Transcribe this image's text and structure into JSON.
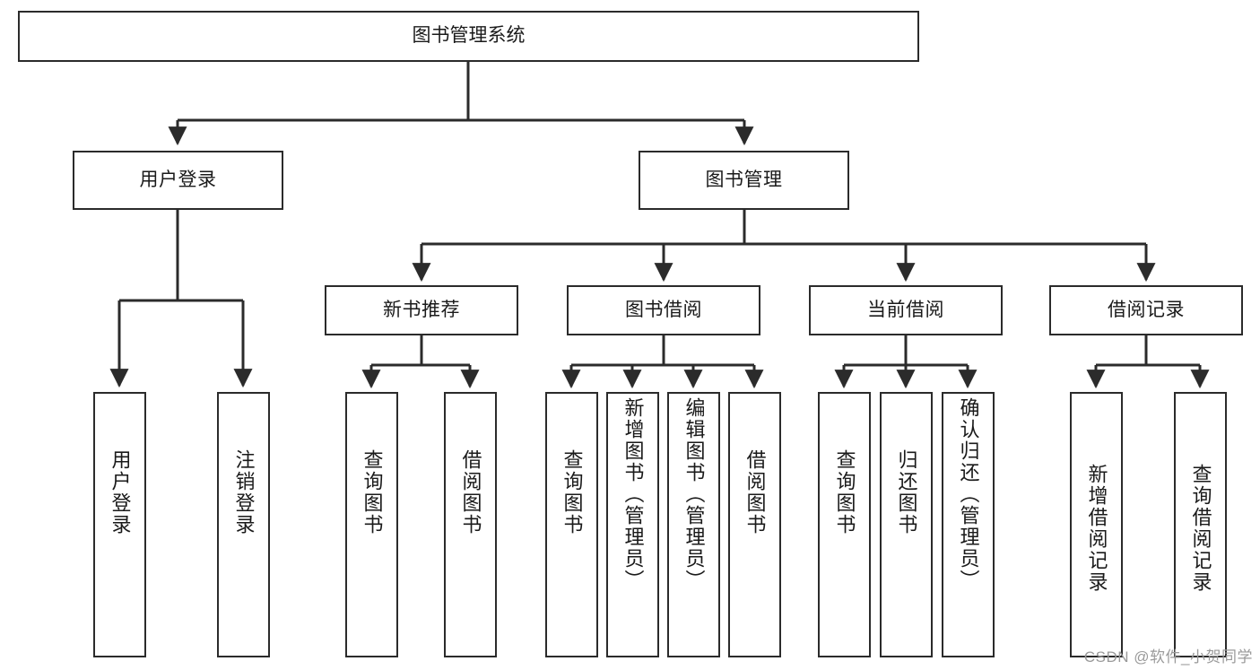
{
  "diagram": {
    "title_text": "图书管理系统",
    "watermark": "CSDN @软件_小贺同学",
    "colors": {
      "box_border": "#2b2b2b",
      "box_fill": "#ffffff",
      "connector": "#2b2b2b",
      "text": "#1a1a1a",
      "watermark": "#9a9a9a"
    },
    "root": {
      "label": "图书管理系统"
    },
    "level2": [
      {
        "label": "用户登录"
      },
      {
        "label": "图书管理"
      }
    ],
    "level3": [
      {
        "label": "新书推荐"
      },
      {
        "label": "图书借阅"
      },
      {
        "label": "当前借阅"
      },
      {
        "label": "借阅记录"
      }
    ],
    "leaves": {
      "user_login": [
        {
          "label": "用户登录"
        },
        {
          "label": "注销登录"
        }
      ],
      "new_book": [
        {
          "label": "查询图书"
        },
        {
          "label": "借阅图书"
        }
      ],
      "book_borrow": [
        {
          "label": "查询图书"
        },
        {
          "label": "新增图书（管理员）"
        },
        {
          "label": "编辑图书（管理员）"
        },
        {
          "label": "借阅图书"
        }
      ],
      "current_borrow": [
        {
          "label": "查询图书"
        },
        {
          "label": "归还图书"
        },
        {
          "label": "确认归还（管理员）"
        }
      ],
      "borrow_record": [
        {
          "label": "新增借阅记录"
        },
        {
          "label": "查询借阅记录"
        }
      ]
    }
  }
}
